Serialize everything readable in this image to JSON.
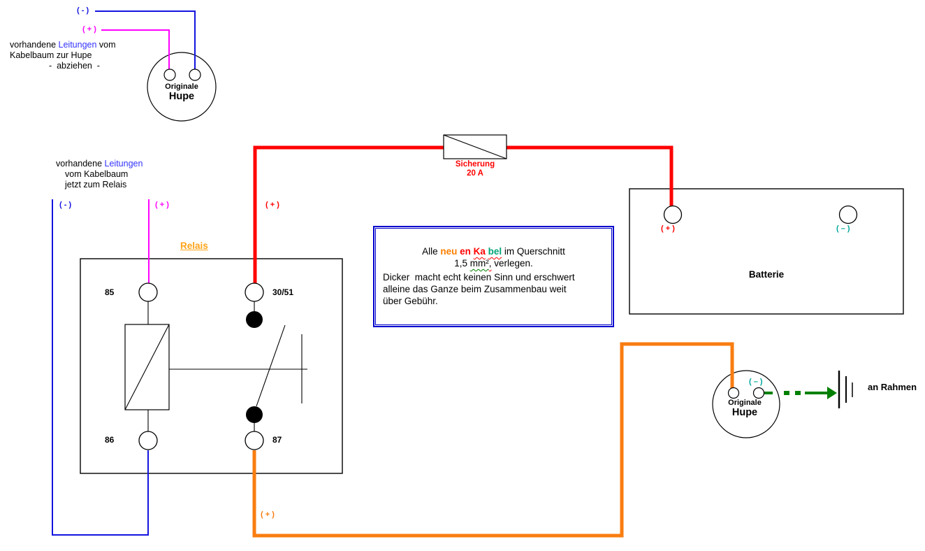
{
  "colors": {
    "wire_blue": "#1414e0",
    "wire_magenta": "#ff00ff",
    "wire_red": "#ff0000",
    "wire_orange": "#f97d10",
    "arrow_green": "#008000",
    "teal_label": "#00a79b",
    "text_blue": "#3333ff",
    "relais_orange": "#ffa318",
    "notebox_border": "#0000cc"
  },
  "top_horn": {
    "neg_label": "( - )",
    "pos_label": "( + )",
    "name_line1": "Originale",
    "name_line2": "Hupe"
  },
  "note_top": {
    "line1_black1": "vorhandene ",
    "line1_blue": "Leitungen",
    "line1_black2": " vom",
    "line2": "Kabelbaum zur Hupe",
    "line3": "-  abziehen  -"
  },
  "note_mid": {
    "line1_black1": "vorhandene ",
    "line1_blue": "Leitungen",
    "line2": "vom Kabelbaum",
    "line3": "jetzt zum Relais"
  },
  "wire_labels": {
    "neg_blue": "( - )",
    "pos_magenta": "( + )",
    "pos_red": "( + )",
    "pos_orange": "( + )"
  },
  "relay": {
    "title": "Relais",
    "terminal_85": "85",
    "terminal_30_51": "30/51",
    "terminal_86": "86",
    "terminal_87": "87"
  },
  "fuse": {
    "name": "Sicherung",
    "rating": "20 A"
  },
  "battery": {
    "name": "Batterie",
    "pos_label": "( + )",
    "neg_label": "( – )"
  },
  "note_box": {
    "l1_s1": "Alle ",
    "l1_s2": "neu",
    "l1_s3": " en ",
    "l1_s4": "Ka",
    "l1_s5": " ",
    "l1_s6": "bel",
    "l1_s7": " im Querschnitt",
    "l2_s1": "1,5 ",
    "l2_s2": "mm²",
    "l2_s3": ",",
    "l2_s4": " verlegen.",
    "l3": "Dicker  macht echt keinen Sinn und erschwert",
    "l4": "alleine das Ganze beim Zusammenbau weit",
    "l5": "über Gebühr."
  },
  "bottom_horn": {
    "neg_label": "( – )",
    "name_line1": "Originale",
    "name_line2": "Hupe"
  },
  "ground": {
    "label": "an Rahmen"
  }
}
